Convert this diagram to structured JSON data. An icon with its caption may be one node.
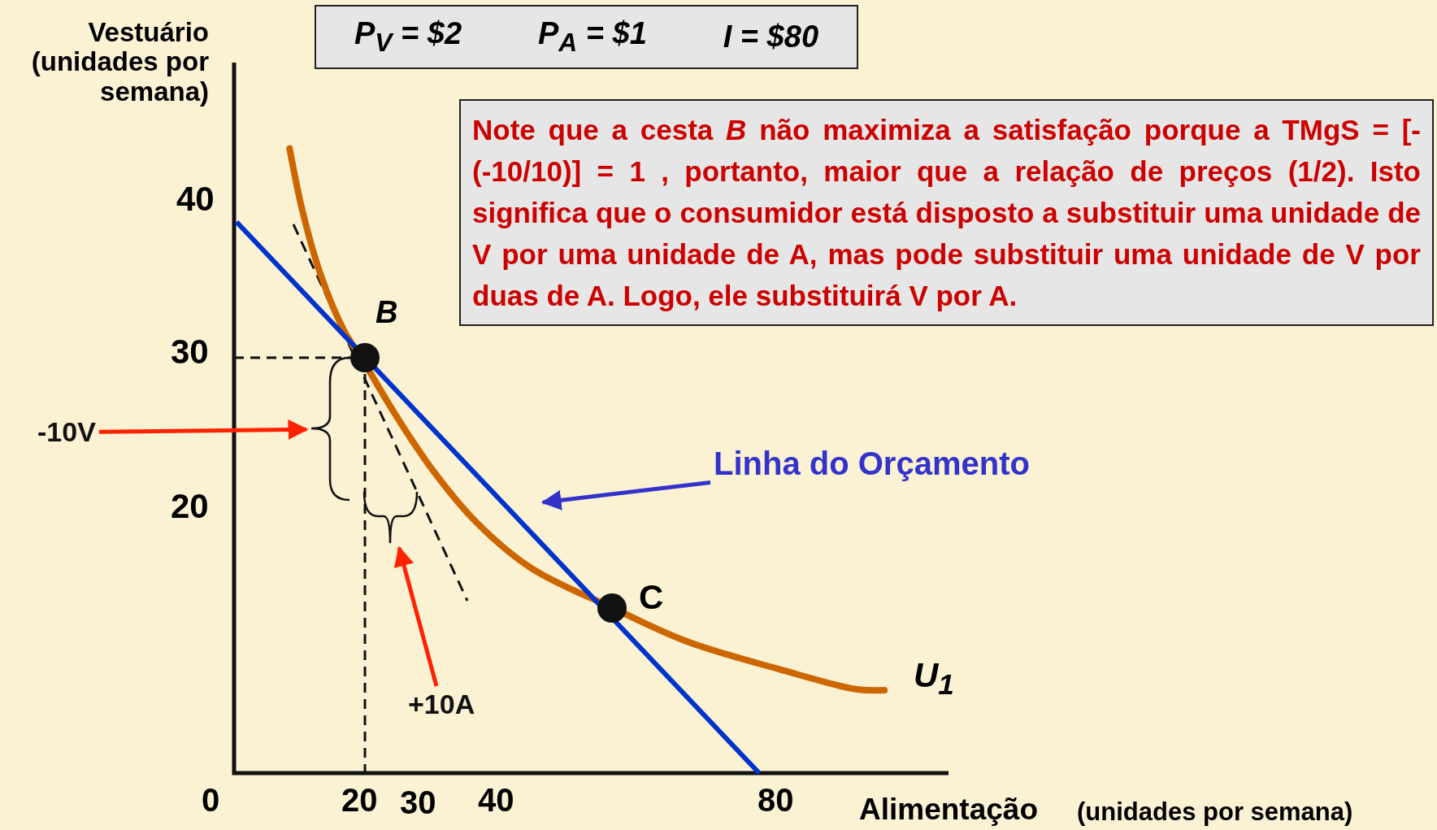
{
  "diagram": {
    "nodes": [
      {
        "text": [
          "P$_{V}$ = $2",
          "P$_{A}$ = $1",
          "I = $80"
        ]
      },
      {
        "text": [
          "Note que a cesta *B* não maximiza a satisfação porque a TMgS = [-(-10/10)] = 1 , portanto, maior que a relação de preços (1/2). Isto significa que o consumidor está disposto a substituir uma unidade de V por uma unidade de A, mas pode substituir uma unidade de V por duas de A. Logo, ele substituirá V por A."
        ]
      },
      {
        "text": [
          "Linha do Orçamento"
        ]
      },
      {
        "text": [
          "-10V"
        ]
      },
      {
        "text": [
          "+10A"
        ]
      },
      {
        "text": [],
        "shape": "brace"
      },
      {
        "text": [],
        "shape": "brace"
      }
    ],
    "edges": [
      {
        "from": 2,
        "to": null,
        "arrow": "to",
        "color": "#3333cc"
      },
      {
        "from": 3,
        "to": 5,
        "arrow": "to",
        "color": "#ff2200"
      },
      {
        "from": 4,
        "to": 6,
        "arrow": "to",
        "color": "#ff2200"
      }
    ],
    "labels": [
      "Vestuário (unidades por semana)",
      "40",
      "B",
      "30",
      "20",
      "C",
      "U$_{1}$",
      "0",
      "20",
      "30",
      "40",
      "80",
      "Alimentação",
      "(unidades por semana)"
    ]
  }
}
